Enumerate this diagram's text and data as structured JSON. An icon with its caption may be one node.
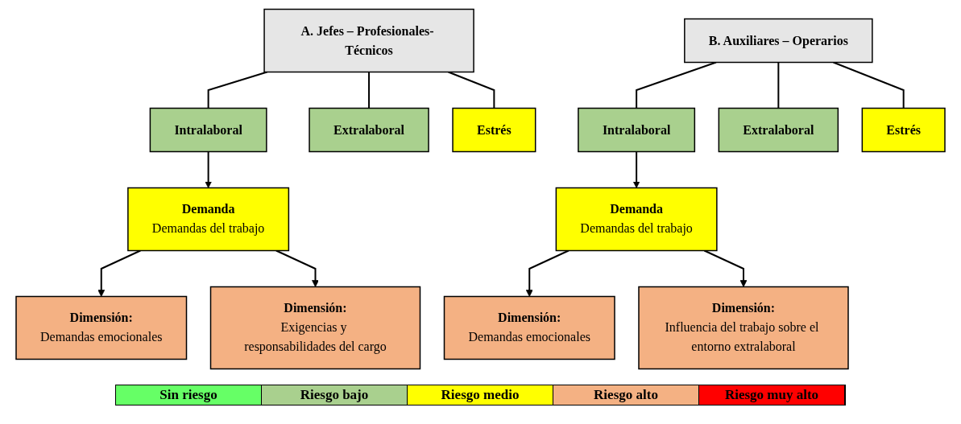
{
  "diagram": {
    "nodes": [
      {
        "text": [
          "A. Jefes – Profesionales- Técnicos"
        ]
      },
      {
        "text": [
          "Intralaboral"
        ]
      },
      {
        "text": [
          "Extralaboral"
        ]
      },
      {
        "text": [
          "Estrés"
        ]
      },
      {
        "text": [
          "Demanda",
          "Demandas del trabajo"
        ]
      },
      {
        "text": [
          "Dimensión:",
          "Demandas emocionales"
        ]
      },
      {
        "text": [
          "Dimensión:",
          "Exigencias y responsabilidades del cargo"
        ]
      },
      {
        "text": [
          "B. Auxiliares – Operarios"
        ]
      },
      {
        "text": [
          "Intralaboral"
        ]
      },
      {
        "text": [
          "Extralaboral"
        ]
      },
      {
        "text": [
          "Estrés"
        ]
      },
      {
        "text": [
          "Demanda",
          "Demandas del trabajo"
        ]
      },
      {
        "text": [
          "Dimensión:",
          "Demandas emocionales"
        ]
      },
      {
        "text": [
          "Dimensión:",
          "Influencia del trabajo sobre el entorno extralaboral"
        ]
      }
    ],
    "edges": [
      {
        "from": 0,
        "to": 1,
        "arrow": "none"
      },
      {
        "from": 0,
        "to": 2,
        "arrow": "none"
      },
      {
        "from": 0,
        "to": 3,
        "arrow": "none"
      },
      {
        "from": 1,
        "to": 4,
        "arrow": "to"
      },
      {
        "from": 4,
        "to": 5,
        "arrow": "to"
      },
      {
        "from": 4,
        "to": 6,
        "arrow": "to"
      },
      {
        "from": 7,
        "to": 8,
        "arrow": "none"
      },
      {
        "from": 7,
        "to": 9,
        "arrow": "none"
      },
      {
        "from": 7,
        "to": 10,
        "arrow": "none"
      },
      {
        "from": 8,
        "to": 11,
        "arrow": "to"
      },
      {
        "from": 11,
        "to": 12,
        "arrow": "to"
      },
      {
        "from": 11,
        "to": 13,
        "arrow": "to"
      }
    ],
    "legend": [
      {
        "text": "Sin riesgo",
        "color": "#66ff66"
      },
      {
        "text": "Riesgo bajo",
        "color": "#a9d08e"
      },
      {
        "text": "Riesgo medio",
        "color": "#ffff00"
      },
      {
        "text": "Riesgo alto",
        "color": "#f4b183"
      },
      {
        "text": "Riesgo muy alto",
        "color": "#ff0000"
      }
    ]
  }
}
